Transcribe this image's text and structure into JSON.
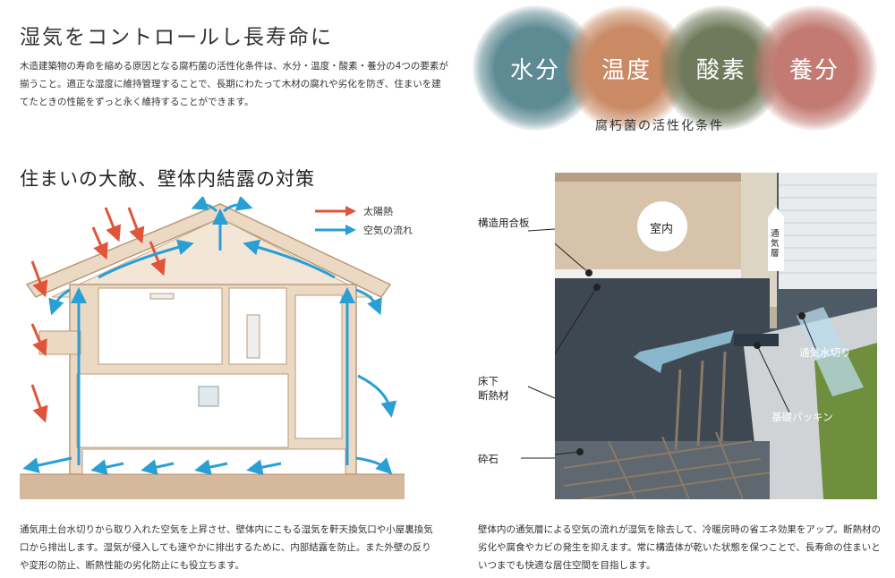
{
  "heading_main": "湿気をコントロールし長寿命に",
  "intro_text": "木造建築物の寿命を縮める原因となる腐朽菌の活性化条件は、水分・温度・酸素・養分の4つの要素が揃うこと。適正な湿度に維持管理することで、長期にわたって木材の腐れや劣化を防ぎ、住まいを建てたときの性能をずっと永く維持することができます。",
  "conditions": [
    {
      "label": "水分",
      "color": "#5d8a93"
    },
    {
      "label": "温度",
      "color": "#c98a64"
    },
    {
      "label": "酸素",
      "color": "#6f7a5c"
    },
    {
      "label": "養分",
      "color": "#c27a73"
    }
  ],
  "conditions_caption": "腐朽菌の活性化条件",
  "heading_sub": "住まいの大敵、壁体内結露の対策",
  "legend": {
    "sun": "太陽熱",
    "air": "空気の流れ"
  },
  "colors": {
    "sun_arrow": "#e0553a",
    "air_arrow": "#2a9fd6",
    "house_fill": "#ecd9c3",
    "house_line": "#b89a78"
  },
  "left_text": "通気用土台水切りから取り入れた空気を上昇させ、壁体内にこもる湿気を軒天換気口や小屋裏換気口から排出します。湿気が侵入しても速やかに排出するために、内部結露を防止。また外壁の反りや変形の防止、断熱性能の劣化防止にも役立ちます。",
  "photo_labels": {
    "room": "室内",
    "vent_layer": "通気層",
    "plywood": "構造用合板",
    "floor_insulation_1": "床下",
    "floor_insulation_2": "断熱材",
    "gravel": "砕石",
    "vent_flashing": "通気水切り",
    "foundation_packing": "基礎パッキン"
  },
  "right_text": "壁体内の通気層による空気の流れが湿気を除去して、冷暖房時の省エネ効果をアップ。断熱材の劣化や腐食やカビの発生を抑えます。常に構造体が乾いた状態を保つことで、長寿命の住まいといつまでも快適な居住空間を目指します。"
}
